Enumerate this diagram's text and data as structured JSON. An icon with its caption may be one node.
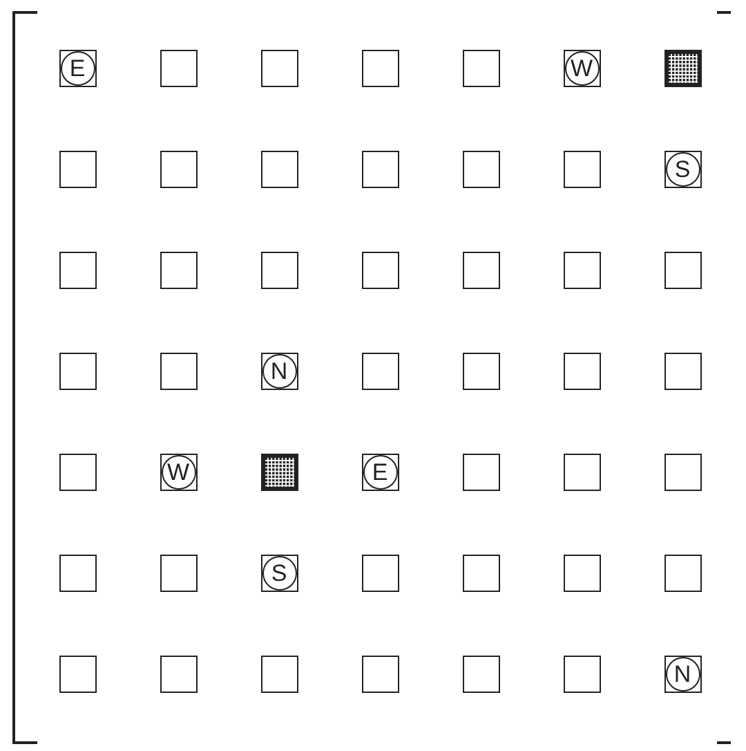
{
  "diagram": {
    "nodes": [
      {
        "text": [
          "E"
        ]
      },
      {
        "text": [],
        "shape": "box"
      },
      {
        "text": [],
        "shape": "box"
      },
      {
        "text": [],
        "shape": "box"
      },
      {
        "text": [],
        "shape": "box"
      },
      {
        "text": [
          "W"
        ]
      },
      {
        "text": [],
        "shape": "grid"
      },
      {
        "text": [],
        "shape": "box"
      },
      {
        "text": [],
        "shape": "box"
      },
      {
        "text": [],
        "shape": "box"
      },
      {
        "text": [],
        "shape": "box"
      },
      {
        "text": [],
        "shape": "box"
      },
      {
        "text": [],
        "shape": "box"
      },
      {
        "text": [
          "S"
        ]
      },
      {
        "text": [],
        "shape": "box"
      },
      {
        "text": [],
        "shape": "box"
      },
      {
        "text": [],
        "shape": "box"
      },
      {
        "text": [],
        "shape": "box"
      },
      {
        "text": [],
        "shape": "box"
      },
      {
        "text": [],
        "shape": "box"
      },
      {
        "text": [],
        "shape": "box"
      },
      {
        "text": [],
        "shape": "box"
      },
      {
        "text": [],
        "shape": "box"
      },
      {
        "text": [
          "N"
        ]
      },
      {
        "text": [],
        "shape": "box"
      },
      {
        "text": [],
        "shape": "box"
      },
      {
        "text": [],
        "shape": "box"
      },
      {
        "text": [],
        "shape": "box"
      },
      {
        "text": [],
        "shape": "box"
      },
      {
        "text": [
          "W"
        ]
      },
      {
        "text": [],
        "shape": "grid"
      },
      {
        "text": [
          "E"
        ]
      },
      {
        "text": [],
        "shape": "box"
      },
      {
        "text": [],
        "shape": "box"
      },
      {
        "text": [],
        "shape": "box"
      },
      {
        "text": [],
        "shape": "box"
      },
      {
        "text": [],
        "shape": "box"
      },
      {
        "text": [
          "S"
        ]
      },
      {
        "text": [],
        "shape": "box"
      },
      {
        "text": [],
        "shape": "box"
      },
      {
        "text": [],
        "shape": "box"
      },
      {
        "text": [],
        "shape": "box"
      },
      {
        "text": [],
        "shape": "box"
      },
      {
        "text": [],
        "shape": "box"
      },
      {
        "text": [],
        "shape": "box"
      },
      {
        "text": [],
        "shape": "box"
      },
      {
        "text": [],
        "shape": "box"
      },
      {
        "text": [],
        "shape": "box"
      },
      {
        "text": [
          "N"
        ]
      }
    ]
  }
}
